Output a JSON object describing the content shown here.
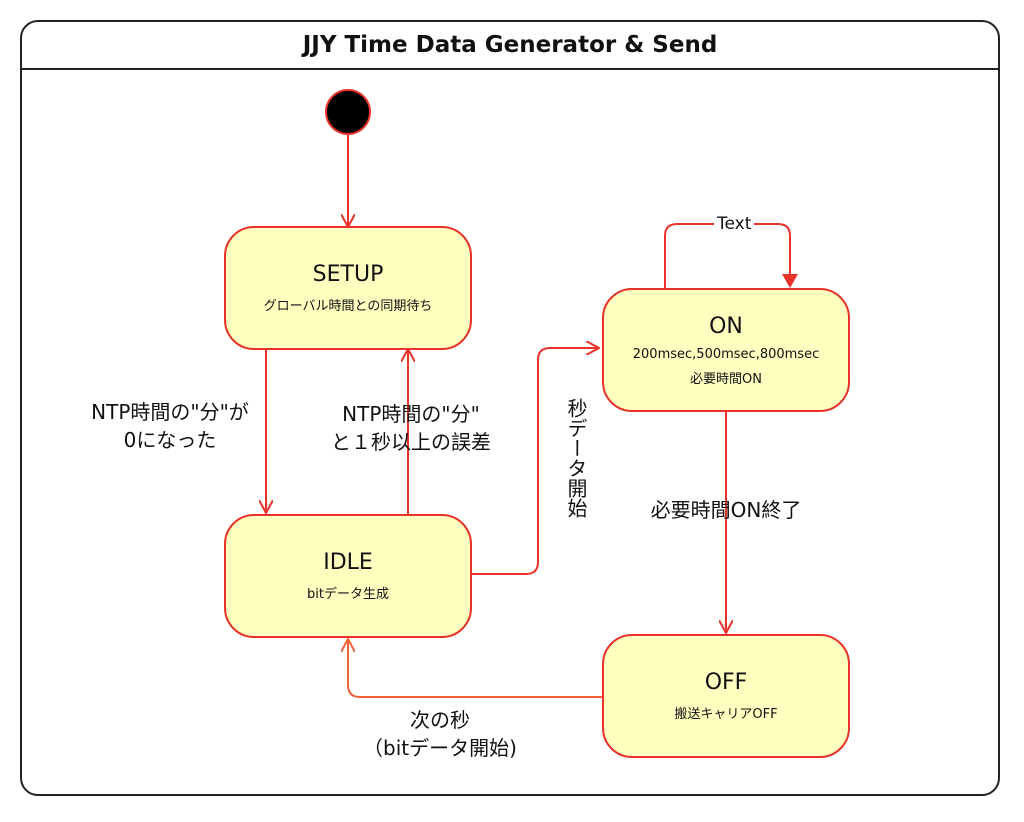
{
  "diagram": {
    "title": "JJY Time Data Generator & Send",
    "states": {
      "setup": {
        "name": "SETUP",
        "desc": [
          "グローバル時間との同期待ち"
        ]
      },
      "idle": {
        "name": "IDLE",
        "desc": [
          "bitデータ生成"
        ]
      },
      "on": {
        "name": "ON",
        "desc": [
          "200msec,500msec,800msec",
          "必要時間ON"
        ]
      },
      "off": {
        "name": "OFF",
        "desc": [
          "搬送キャリアOFF"
        ]
      }
    },
    "transitions": {
      "setup_to_idle": [
        "NTP時間の\"分\"が",
        "0になった"
      ],
      "idle_to_setup": [
        "NTP時間の\"分\"",
        "と１秒以上の誤差"
      ],
      "idle_to_on": "秒データ開始",
      "on_self": "Text",
      "on_to_off": "必要時間ON終了",
      "off_to_idle": [
        "次の秒",
        "（bitデータ開始)"
      ]
    },
    "colors": {
      "state_fill": "#ffffc0",
      "state_border": "#e8322a",
      "arrow": "#e8322a",
      "arrow_off": "#f0603a",
      "frame": "#222222",
      "initial_node": "#000000"
    }
  }
}
